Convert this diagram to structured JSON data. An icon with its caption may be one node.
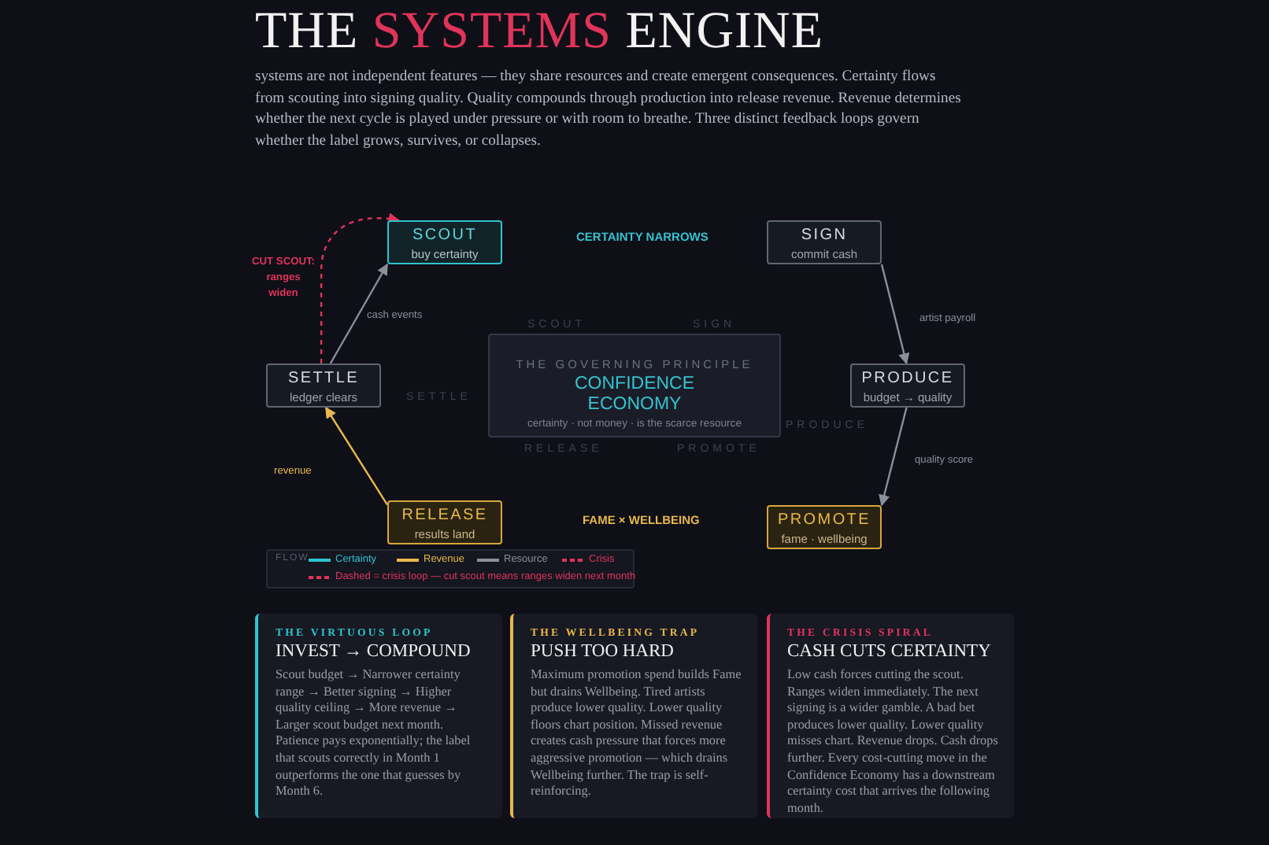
{
  "diagram": {
    "title": "THE SYSTEMS ENGINE",
    "nodes": [
      {
        "text": [
          "SCOUT",
          "buy certainty"
        ]
      },
      {
        "text": [
          "SIGN",
          "commit cash"
        ]
      },
      {
        "text": [
          "SETTLE",
          "ledger clears"
        ]
      },
      {
        "text": [
          "PRODUCE",
          "budget → quality"
        ]
      },
      {
        "text": [
          "RELEASE",
          "results land"
        ]
      },
      {
        "text": [
          "PROMOTE",
          "fame · wellbeing"
        ]
      },
      {
        "text": [
          "THE GOVERNING PRINCIPLE",
          "CONFIDENCE ECONOMY",
          "certainty · not money · is the scarce resource"
        ]
      },
      {
        "text": [
          "THE VIRTUOUS LOOP",
          "INVEST → COMPOUND",
          "Scout budget → Narrower certainty range → Better signing → Higher quality ceiling → More revenue → Larger scout budget next month. Patience pays exponentially; the label that scouts correctly in Month 1 outperforms the one that guesses by Month 6."
        ]
      },
      {
        "text": [
          "THE WELLBEING TRAP",
          "PUSH TOO HARD",
          "Maximum promotion spend builds Fame but drains Wellbeing. Tired artists produce lower quality. Lower quality floors chart position. Missed revenue creates cash pressure that forces more aggressive promotion — which drains Wellbeing further. The trap is self-reinforcing."
        ]
      },
      {
        "text": [
          "THE CRISIS SPIRAL",
          "CASH CUTS CERTAINTY",
          "Low cash forces cutting the scout. Ranges widen immediately. The next signing is a wider gamble. A bad bet produces lower quality. Lower quality misses chart. Revenue drops. Cash drops further. Every cost-cutting move in the Confidence Economy has a downstream certainty cost that arrives the following month."
        ]
      }
    ],
    "edges": [
      {
        "from": 2,
        "to": 0,
        "arrow": "to",
        "label": "CUT SCOUT: ranges widen",
        "style": "dashed",
        "color": "#e0345a"
      },
      {
        "from": 2,
        "to": 0,
        "arrow": "to",
        "label": "cash events"
      },
      {
        "from": 1,
        "to": 3,
        "arrow": "to",
        "label": "artist payroll"
      },
      {
        "from": 3,
        "to": 5,
        "arrow": "to",
        "label": "quality score"
      },
      {
        "from": 4,
        "to": 2,
        "arrow": "to",
        "label": "revenue",
        "color": "#e8b84a"
      }
    ],
    "labels": [
      "systems are not independent features — they share resources and create emergent consequences. Certainty flows from scouting into signing quality. Quality compounds through production into release revenue. Revenue determines whether the next cycle is played under pressure or with room to breathe. Three distinct feedback loops govern whether the label grows, survives, or collapses.",
      "CERTAINTY NARROWS",
      "SCOUT",
      "SIGN",
      "SETTLE",
      "PRODUCE",
      "RELEASE",
      "PROMOTE",
      "FAME × WELLBEING",
      "FLOW"
    ],
    "legend": [
      {
        "text": "Certainty"
      },
      {
        "text": "Revenue"
      },
      {
        "text": "Resource"
      },
      {
        "text": "Crisis"
      },
      {
        "text": "Dashed = crisis loop — cut scout means ranges widen next month"
      }
    ]
  }
}
